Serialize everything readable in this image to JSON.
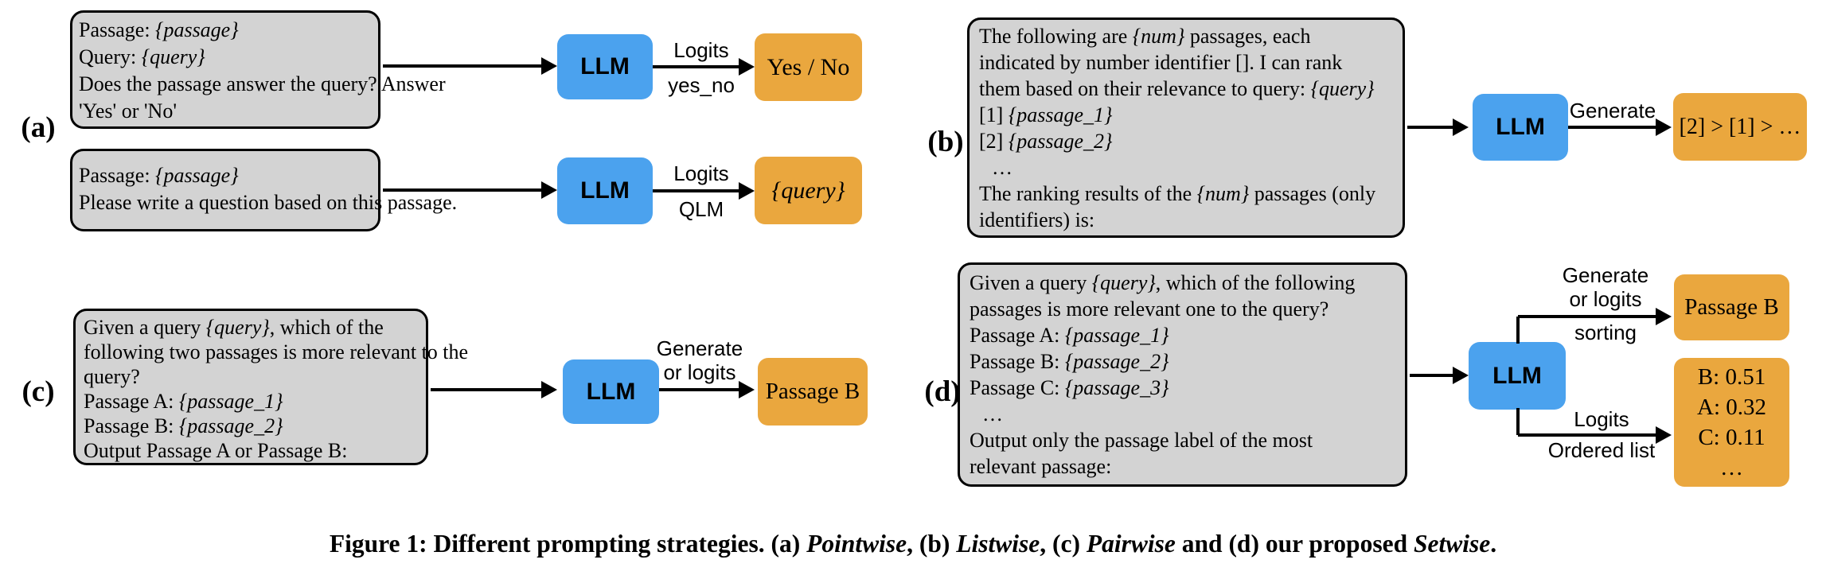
{
  "colors": {
    "prompt_box_fill": "#d3d3d3",
    "prompt_box_border": "#000000",
    "llm_box_fill": "#4ba2ee",
    "output_box_fill": "#eaa73e",
    "arrow": "#000000",
    "text": "#000000"
  },
  "panels": {
    "a": {
      "label": "(a)",
      "rows": [
        {
          "prompt": [
            [
              {
                "t": "Passage: "
              },
              {
                "t": "{passage}",
                "i": true
              }
            ],
            [
              {
                "t": "Query: "
              },
              {
                "t": "{query}",
                "i": true
              }
            ],
            [
              {
                "t": "Does the passage answer the query? Answer"
              }
            ],
            [
              {
                "t": "'Yes' or 'No'"
              }
            ]
          ],
          "llm_label": "LLM",
          "arrow_label_top": "Logits",
          "arrow_label_bottom": "yes_no",
          "output": [
            {
              "t": "Yes / No"
            }
          ]
        },
        {
          "prompt": [
            [
              {
                "t": "Passage: "
              },
              {
                "t": "{passage}",
                "i": true
              }
            ],
            [
              {
                "t": "Please write a question based on this passage."
              }
            ]
          ],
          "llm_label": "LLM",
          "arrow_label_top": "Logits",
          "arrow_label_bottom": "QLM",
          "output": [
            {
              "t": "{query}",
              "i": true
            }
          ]
        }
      ]
    },
    "b": {
      "label": "(b)",
      "prompt": [
        [
          {
            "t": "The following are "
          },
          {
            "t": "{num}",
            "i": true
          },
          {
            "t": " passages, each"
          }
        ],
        [
          {
            "t": "indicated by number identifier []. I can rank"
          }
        ],
        [
          {
            "t": "them based on their relevance to query: "
          },
          {
            "t": "{query}",
            "i": true
          }
        ],
        [
          {
            "t": "[1] "
          },
          {
            "t": "{passage_1}",
            "i": true
          }
        ],
        [
          {
            "t": "[2] "
          },
          {
            "t": "{passage_2}",
            "i": true
          }
        ],
        [
          {
            "t": "…"
          }
        ],
        [
          {
            "t": "The ranking results of the "
          },
          {
            "t": "{num}",
            "i": true
          },
          {
            "t": " passages (only"
          }
        ],
        [
          {
            "t": "identifiers) is:"
          }
        ]
      ],
      "llm_label": "LLM",
      "arrow_label_top": "Generate",
      "output": [
        {
          "t": "[2] > [1] > …"
        }
      ]
    },
    "c": {
      "label": "(c)",
      "prompt": [
        [
          {
            "t": "Given a query "
          },
          {
            "t": "{query}",
            "i": true
          },
          {
            "t": ", which of the"
          }
        ],
        [
          {
            "t": "following two passages is more relevant to the"
          }
        ],
        [
          {
            "t": "query?"
          }
        ],
        [
          {
            "t": "Passage A: "
          },
          {
            "t": "{passage_1}",
            "i": true
          }
        ],
        [
          {
            "t": "Passage B: "
          },
          {
            "t": "{passage_2}",
            "i": true
          }
        ],
        [
          {
            "t": "Output Passage A or Passage B:"
          }
        ]
      ],
      "llm_label": "LLM",
      "arrow_label_lines": [
        "Generate",
        "or logits"
      ],
      "output": [
        {
          "t": "Passage B"
        }
      ]
    },
    "d": {
      "label": "(d)",
      "prompt": [
        [
          {
            "t": "Given a query "
          },
          {
            "t": "{query}",
            "i": true
          },
          {
            "t": ", which of the following"
          }
        ],
        [
          {
            "t": "passages is more relevant one to the query?"
          }
        ],
        [
          {
            "t": "Passage A: "
          },
          {
            "t": "{passage_1}",
            "i": true
          }
        ],
        [
          {
            "t": "Passage B: "
          },
          {
            "t": "{passage_2}",
            "i": true
          }
        ],
        [
          {
            "t": "Passage C: "
          },
          {
            "t": "{passage_3}",
            "i": true
          }
        ],
        [
          {
            "t": "…"
          }
        ],
        [
          {
            "t": "Output only the passage label of the most"
          }
        ],
        [
          {
            "t": "relevant passage:"
          }
        ]
      ],
      "llm_label": "LLM",
      "branch_top": {
        "label_lines": [
          "Generate",
          "or logits"
        ],
        "label_below": "sorting",
        "output": [
          {
            "t": "Passage B"
          }
        ]
      },
      "branch_bottom": {
        "label_above": "Logits",
        "label_below": "Ordered list",
        "output_lines": [
          "B: 0.51",
          "A: 0.32",
          "C: 0.11",
          "…"
        ]
      }
    }
  },
  "figure": {
    "caption": [
      {
        "t": "Figure 1: Different prompting strategies. (a) "
      },
      {
        "t": "Pointwise",
        "i": true
      },
      {
        "t": ", (b) "
      },
      {
        "t": "Listwise",
        "i": true
      },
      {
        "t": ", (c) "
      },
      {
        "t": "Pairwise",
        "i": true
      },
      {
        "t": " and (d) our proposed "
      },
      {
        "t": "Setwise",
        "i": true
      },
      {
        "t": "."
      }
    ]
  }
}
